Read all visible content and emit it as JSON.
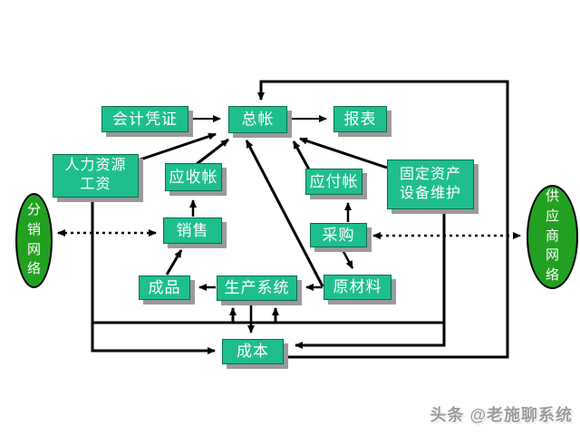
{
  "diagram": {
    "title_hint": "ERP modules relationship diagram",
    "nodes": {
      "accounting_voucher": {
        "label": "会计凭证"
      },
      "general_ledger": {
        "label": "总帐"
      },
      "reports": {
        "label": "报表"
      },
      "hr_payroll": {
        "label": "人力资源 工资"
      },
      "accounts_receivable": {
        "label": "应收帐"
      },
      "accounts_payable": {
        "label": "应付帐"
      },
      "fixed_assets_maintenance": {
        "label": "固定资产 设备维护"
      },
      "sales": {
        "label": "销售"
      },
      "purchasing": {
        "label": "采购"
      },
      "finished_goods": {
        "label": "成品"
      },
      "production_system": {
        "label": "生产系统"
      },
      "raw_materials": {
        "label": "原材料"
      },
      "cost": {
        "label": "成本"
      },
      "distribution_network": {
        "label": "分销网络"
      },
      "supplier_network": {
        "label": "供应商网络"
      }
    },
    "edges": [
      {
        "from": "accounting_voucher",
        "to": "general_ledger",
        "style": "solid"
      },
      {
        "from": "general_ledger",
        "to": "reports",
        "style": "solid"
      },
      {
        "from": "cost",
        "to": "general_ledger",
        "style": "solid-orthogonal-loop"
      },
      {
        "from": "hr_payroll",
        "to": "general_ledger",
        "style": "solid"
      },
      {
        "from": "accounts_receivable",
        "to": "general_ledger",
        "style": "solid"
      },
      {
        "from": "raw_materials",
        "to": "general_ledger",
        "style": "solid"
      },
      {
        "from": "accounts_payable",
        "to": "general_ledger",
        "style": "solid"
      },
      {
        "from": "fixed_assets_maintenance",
        "to": "general_ledger",
        "style": "solid"
      },
      {
        "from": "sales",
        "to": "accounts_receivable",
        "style": "solid"
      },
      {
        "from": "purchasing",
        "to": "accounts_payable",
        "style": "solid"
      },
      {
        "from": "finished_goods",
        "to": "sales",
        "style": "solid"
      },
      {
        "from": "production_system",
        "to": "finished_goods",
        "style": "solid"
      },
      {
        "from": "raw_materials",
        "to": "production_system",
        "style": "solid"
      },
      {
        "from": "purchasing",
        "to": "raw_materials",
        "style": "solid"
      },
      {
        "from": "production_system",
        "to": "cost",
        "style": "solid"
      },
      {
        "from": "hr_payroll",
        "to": "production_system",
        "style": "solid-orthogonal"
      },
      {
        "from": "hr_payroll",
        "to": "cost",
        "style": "solid-orthogonal"
      },
      {
        "from": "fixed_assets_maintenance",
        "to": "production_system",
        "style": "solid-orthogonal"
      },
      {
        "from": "fixed_assets_maintenance",
        "to": "cost",
        "style": "solid-orthogonal"
      },
      {
        "from": "distribution_network",
        "to": "sales",
        "style": "dotted-bidirectional"
      },
      {
        "from": "purchasing",
        "to": "supplier_network",
        "style": "dotted-bidirectional"
      }
    ],
    "colors": {
      "box_fill": "#1fbe8f",
      "box_border": "#0b6b4f",
      "box_shadow": "#9a9a9a",
      "ellipse_fill": "#22a022",
      "line": "#000000",
      "text": "#ffffff"
    },
    "watermark": "头条 @老施聊系统"
  }
}
